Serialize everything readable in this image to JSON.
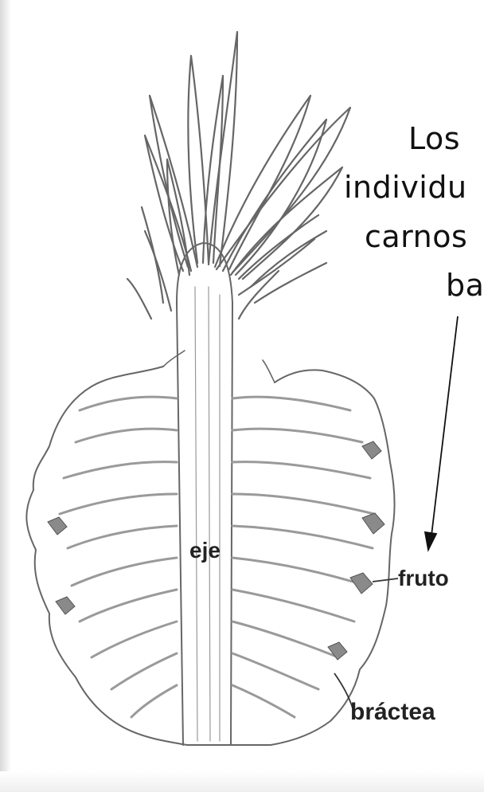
{
  "caption": {
    "lines": [
      "Los",
      "individu",
      "carnos",
      "ba"
    ]
  },
  "labels": {
    "eje": "eje",
    "fruto": "fruto",
    "bractea": "bráctea"
  },
  "colors": {
    "ink": "#555555",
    "background": "#ffffff",
    "caption_text": "#111111"
  }
}
